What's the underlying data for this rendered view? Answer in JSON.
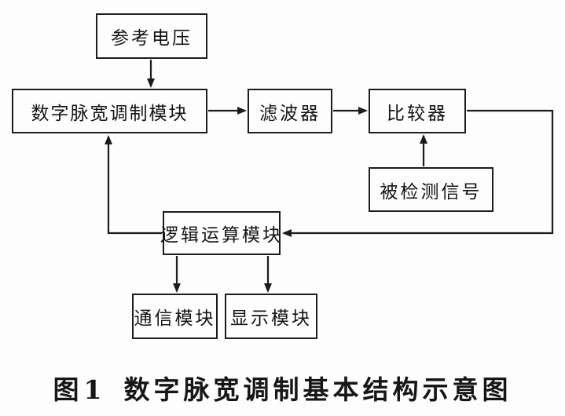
{
  "figure": {
    "caption_number": "图1",
    "caption_title": "数字脉宽调制基本结构示意图"
  },
  "colors": {
    "background": "#fdfdfd",
    "line": "#1c1c1c",
    "text": "#141414"
  },
  "nodes": {
    "reference_voltage": {
      "label": "参考电压"
    },
    "pwm_module": {
      "label": "数字脉宽调制模块"
    },
    "filter": {
      "label": "滤波器"
    },
    "comparator": {
      "label": "比较器"
    },
    "detected_signal": {
      "label": "被检测信号"
    },
    "logic_module": {
      "label": "逻辑运算模块"
    },
    "comm_module": {
      "label": "通信模块"
    },
    "display_module": {
      "label": "显示模块"
    }
  },
  "edges": [
    {
      "from": "参考电压",
      "to": "数字脉宽调制模块",
      "style": "arrow-down"
    },
    {
      "from": "数字脉宽调制模块",
      "to": "滤波器",
      "style": "arrow-right"
    },
    {
      "from": "滤波器",
      "to": "比较器",
      "style": "arrow-right"
    },
    {
      "from": "被检测信号",
      "to": "比较器",
      "style": "arrow-up"
    },
    {
      "from": "比较器",
      "to": "逻辑运算模块",
      "style": "right-down-left-arrow"
    },
    {
      "from": "逻辑运算模块",
      "to": "数字脉宽调制模块",
      "style": "left-up-arrow"
    },
    {
      "from": "逻辑运算模块",
      "to": "通信模块",
      "style": "arrow-down"
    },
    {
      "from": "逻辑运算模块",
      "to": "显示模块",
      "style": "arrow-down"
    }
  ]
}
